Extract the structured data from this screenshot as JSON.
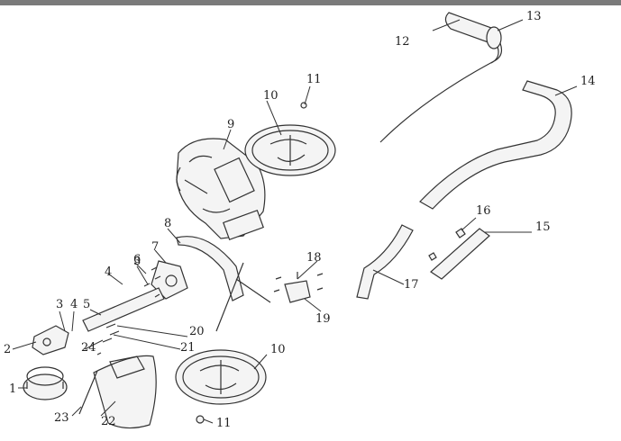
{
  "callouts": [
    {
      "id": "1",
      "text": "1"
    },
    {
      "id": "2",
      "text": "2"
    },
    {
      "id": "3a",
      "text": "3"
    },
    {
      "id": "4a",
      "text": "4"
    },
    {
      "id": "3b",
      "text": "3"
    },
    {
      "id": "4b",
      "text": "4"
    },
    {
      "id": "5",
      "text": "5"
    },
    {
      "id": "6",
      "text": "6"
    },
    {
      "id": "7",
      "text": "7"
    },
    {
      "id": "8",
      "text": "8"
    },
    {
      "id": "9",
      "text": "9"
    },
    {
      "id": "10a",
      "text": "10"
    },
    {
      "id": "10b",
      "text": "10"
    },
    {
      "id": "11a",
      "text": "11"
    },
    {
      "id": "11b",
      "text": "11"
    },
    {
      "id": "12",
      "text": "12"
    },
    {
      "id": "13",
      "text": "13"
    },
    {
      "id": "14",
      "text": "14"
    },
    {
      "id": "15",
      "text": "15"
    },
    {
      "id": "16",
      "text": "16"
    },
    {
      "id": "17",
      "text": "17"
    },
    {
      "id": "18",
      "text": "18"
    },
    {
      "id": "19",
      "text": "19"
    },
    {
      "id": "20",
      "text": "20"
    },
    {
      "id": "21",
      "text": "21"
    },
    {
      "id": "22",
      "text": "22"
    },
    {
      "id": "23",
      "text": "23"
    },
    {
      "id": "24",
      "text": "24"
    }
  ]
}
